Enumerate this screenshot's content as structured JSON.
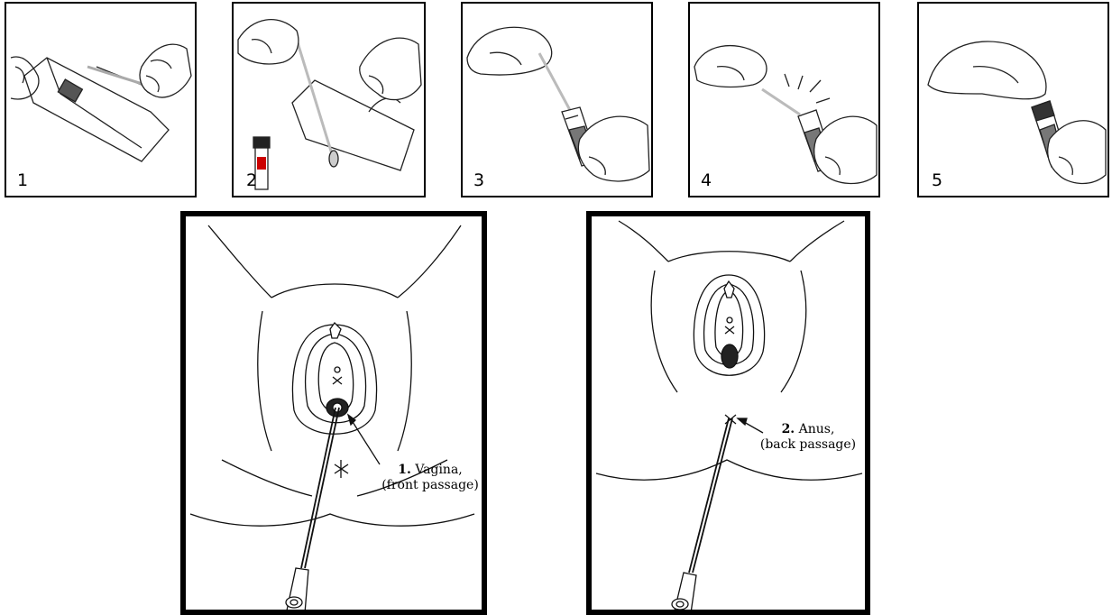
{
  "steps": [
    {
      "number": "1"
    },
    {
      "number": "2"
    },
    {
      "number": "3"
    },
    {
      "number": "4"
    },
    {
      "number": "5"
    }
  ],
  "diagrams": {
    "vagina": {
      "num": "1.",
      "label": "Vagina,",
      "sub": "(front passage)"
    },
    "anus": {
      "num": "2.",
      "label": "Anus,",
      "sub": "(back passage)"
    }
  }
}
